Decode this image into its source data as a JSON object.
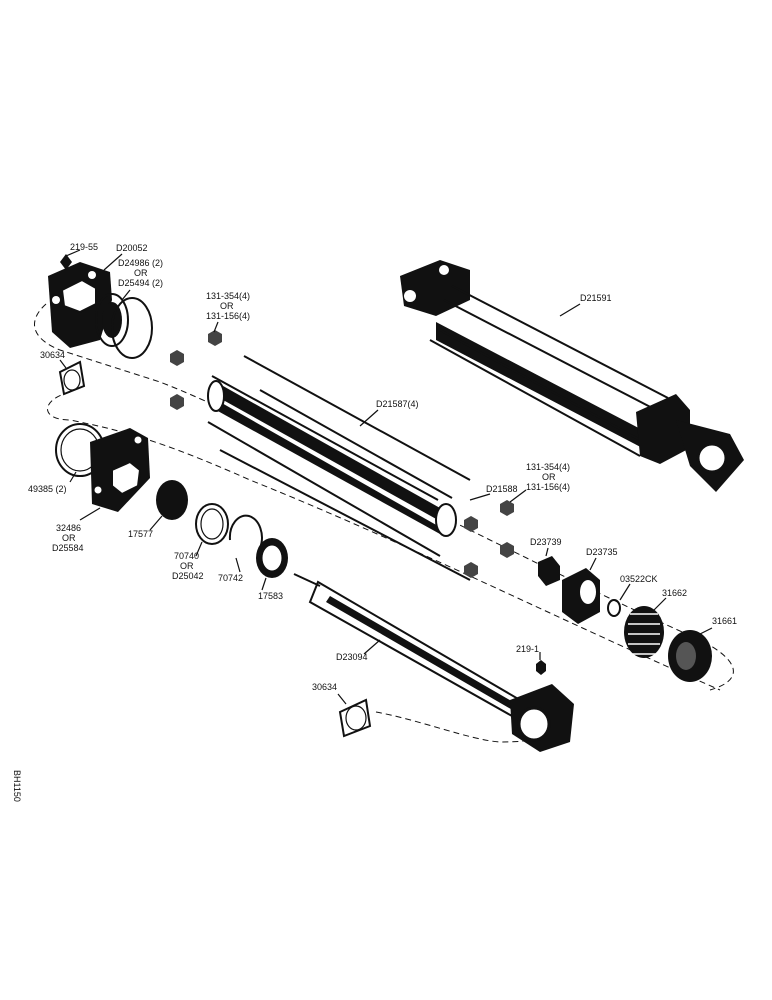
{
  "labels": {
    "l_219_55": "219-55",
    "l_d20052": "D20052",
    "l_d24986a": "D24986 (2)",
    "l_d24986b": "OR",
    "l_d24986c": "D25494 (2)",
    "l_131_354a": "131-354(4)",
    "l_131_354b": "OR",
    "l_131_354c": "131-156(4)",
    "l_d21591": "D21591",
    "l_30634a": "30634",
    "l_d21587": "D21587(4)",
    "l_49385": "49385 (2)",
    "l_131_354d": "131-354(4)",
    "l_131_354e": "OR",
    "l_131_354f": "131-156(4)",
    "l_d21588": "D21588",
    "l_32486a": "32486",
    "l_32486b": "OR",
    "l_32486c": "D25584",
    "l_17577": "17577",
    "l_70740a": "70740",
    "l_70740b": "OR",
    "l_70740c": "D25042",
    "l_70742": "70742",
    "l_17583": "17583",
    "l_d23739": "D23739",
    "l_d23735": "D23735",
    "l_03522ck": "03522CK",
    "l_31662": "31662",
    "l_31661": "31661",
    "l_219_1": "219-1",
    "l_d23094": "D23094",
    "l_30634b": "30634",
    "side_code": "BH1150"
  },
  "colors": {
    "ink": "#111111",
    "paper": "#ffffff"
  }
}
